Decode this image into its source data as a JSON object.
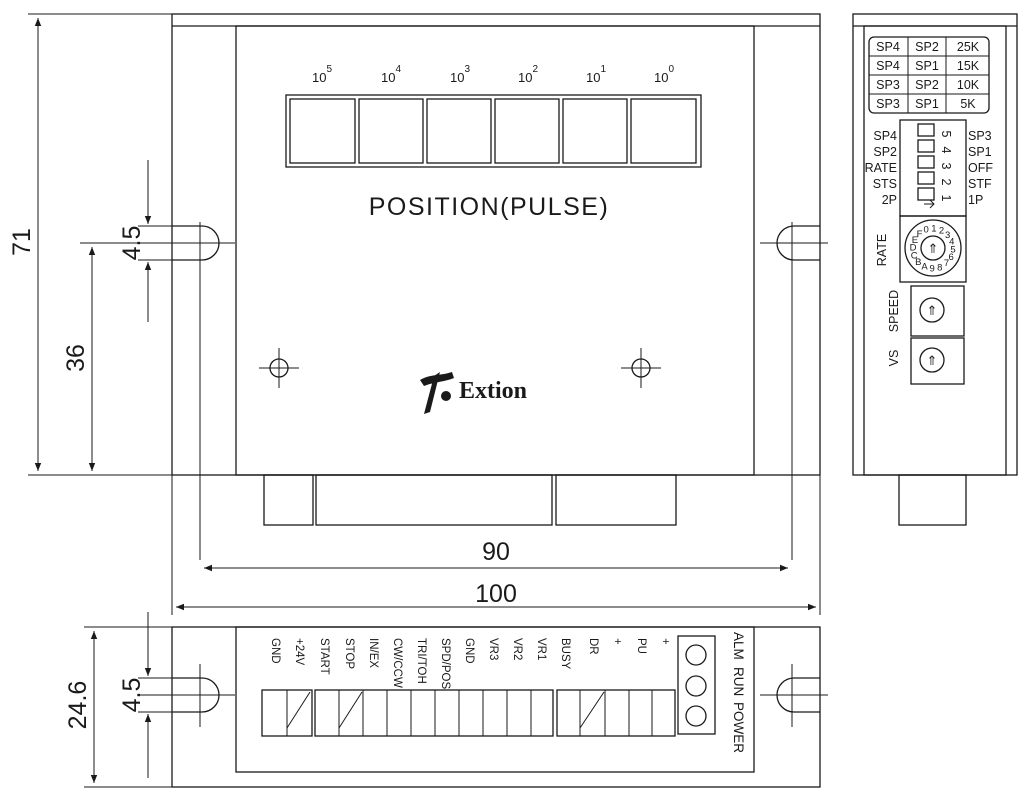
{
  "dimensions": {
    "height_total": "71",
    "slot_width_side": "4.5",
    "hole_height": "36",
    "width_hole_pitch": "90",
    "width_total": "100",
    "depth": "24.6",
    "slot_width_bottom": "4.5"
  },
  "front_panel": {
    "digit_powers": [
      {
        "base": "10",
        "exp": "5"
      },
      {
        "base": "10",
        "exp": "4"
      },
      {
        "base": "10",
        "exp": "3"
      },
      {
        "base": "10",
        "exp": "2"
      },
      {
        "base": "10",
        "exp": "1"
      },
      {
        "base": "10",
        "exp": "0"
      }
    ],
    "position_label": "POSITION(PULSE)",
    "brand": "Extion"
  },
  "side_panel": {
    "speed_table": [
      [
        "SP4",
        "SP2",
        "25K"
      ],
      [
        "SP4",
        "SP1",
        "15K"
      ],
      [
        "SP3",
        "SP2",
        "10K"
      ],
      [
        "SP3",
        "SP1",
        "5K"
      ]
    ],
    "dip_left": [
      "SP4",
      "SP2",
      "RATE",
      "STS",
      "2P"
    ],
    "dip_right": [
      "SP3",
      "SP1",
      "OFF",
      "STF",
      "1P"
    ],
    "dip_numbers": [
      "5",
      "4",
      "3",
      "2",
      "1"
    ],
    "rate_label": "RATE",
    "rotary_chars": [
      "0",
      "1",
      "2",
      "3",
      "4",
      "5",
      "6",
      "7",
      "8",
      "9",
      "A",
      "B",
      "C",
      "D",
      "E",
      "F"
    ],
    "speed_label": "SPEED",
    "vs_label": "VS"
  },
  "bottom_panel": {
    "terminals": [
      "GND",
      "+24V",
      "START",
      "STOP",
      "IN/EX",
      "CW/CCW",
      "TRI/TOH",
      "SPD/POS",
      "GND",
      "VR3",
      "VR2",
      "VR1",
      "BUSY",
      "DR",
      "+",
      "PU",
      "+"
    ],
    "leds": [
      "ALM",
      "RUN",
      "POWER"
    ]
  },
  "colors": {
    "line": "#1a1a1a",
    "background": "#ffffff"
  }
}
